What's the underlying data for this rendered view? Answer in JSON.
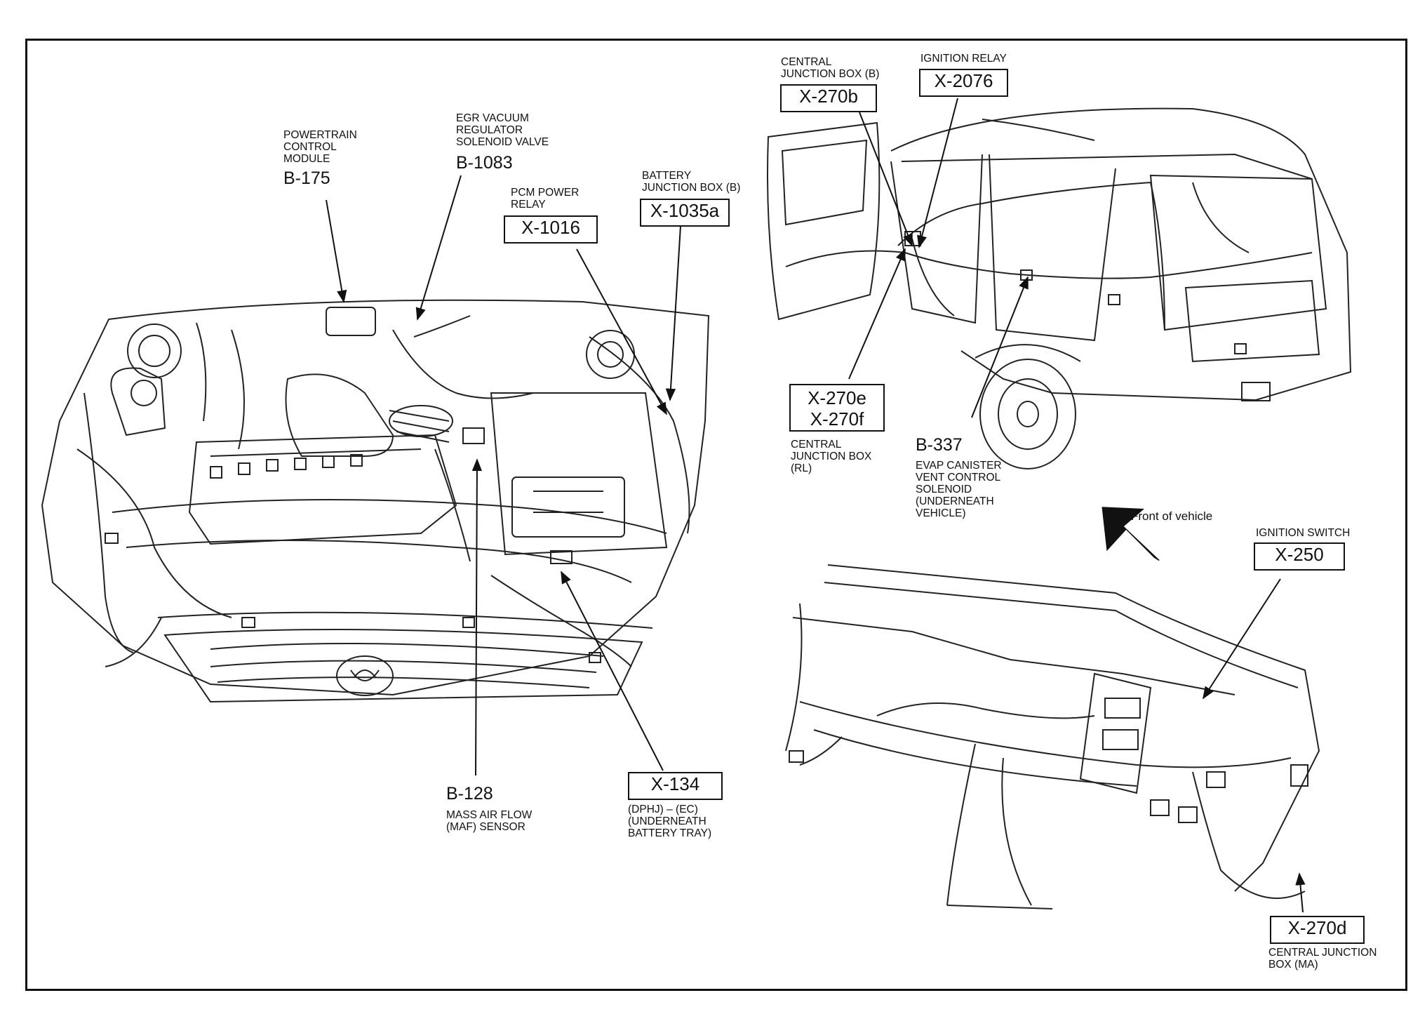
{
  "components": [
    {
      "id": "b175",
      "desc": "POWERTRAIN\nCONTROL\nMODULE",
      "code": "B-175"
    },
    {
      "id": "b1083",
      "desc": "EGR VACUUM\nREGULATOR\nSOLENOID VALVE",
      "code": "B-1083"
    },
    {
      "id": "x1016",
      "desc": "PCM POWER\nRELAY",
      "code": "X-1016"
    },
    {
      "id": "x1035a",
      "desc": "BATTERY\nJUNCTION BOX (B)",
      "code": "X-1035a"
    },
    {
      "id": "b128",
      "desc": "MASS AIR FLOW\n(MAF) SENSOR",
      "code": "B-128"
    },
    {
      "id": "x134",
      "desc": "(DPHJ) – (EC)\n(UNDERNEATH\nBATTERY TRAY)",
      "code": "X-134"
    },
    {
      "id": "x270b",
      "desc": "CENTRAL\nJUNCTION BOX (B)",
      "code": "X-270b"
    },
    {
      "id": "x2076",
      "desc": "IGNITION RELAY",
      "code": "X-2076"
    },
    {
      "id": "x270ef",
      "desc": "CENTRAL\nJUNCTION BOX\n(RL)",
      "code": "X-270e",
      "code2": "X-270f"
    },
    {
      "id": "b337",
      "desc": "EVAP CANISTER\nVENT CONTROL\nSOLENOID\n(UNDERNEATH\nVEHICLE)",
      "code": "B-337"
    },
    {
      "id": "x250",
      "desc": "IGNITION SWITCH",
      "code": "X-250"
    },
    {
      "id": "x270d",
      "desc": "CENTRAL JUNCTION\nBOX (MA)",
      "code": "X-270d"
    }
  ],
  "front_of_vehicle": "Front of vehicle"
}
